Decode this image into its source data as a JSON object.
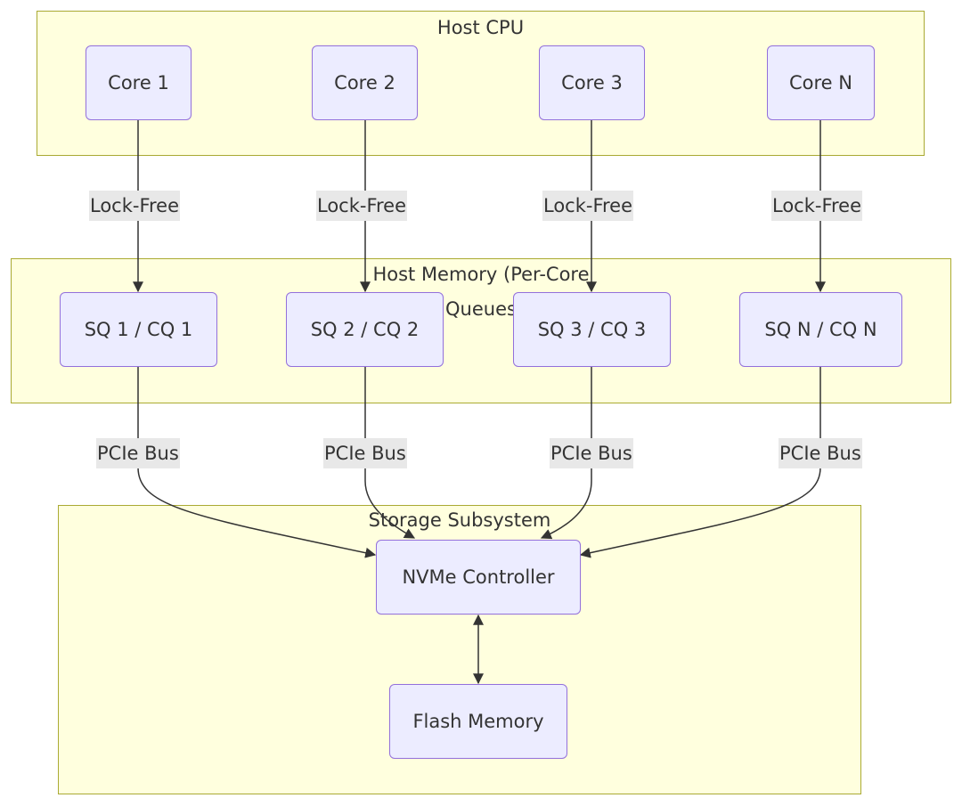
{
  "clusters": {
    "host_cpu": "Host CPU",
    "host_memory_line1": "Host Memory (Per-Core",
    "host_memory_line2": "Queues",
    "storage": "Storage Subsystem"
  },
  "nodes": {
    "core1": "Core 1",
    "core2": "Core 2",
    "core3": "Core 3",
    "coreN": "Core N",
    "sq1": "SQ 1 / CQ 1",
    "sq2": "SQ 2 / CQ 2",
    "sq3": "SQ 3 / CQ 3",
    "sqN": "SQ N / CQ N",
    "nvme": "NVMe Controller",
    "flash": "Flash Memory"
  },
  "edge_labels": {
    "lock_free": "Lock-Free",
    "pcie": "PCIe Bus"
  },
  "colors": {
    "node_fill": "#ececff",
    "node_border": "#9370db",
    "cluster_fill": "#ffffde",
    "cluster_border": "#aaaa33",
    "edge": "#333333",
    "label_bg": "#e8e8e8"
  }
}
